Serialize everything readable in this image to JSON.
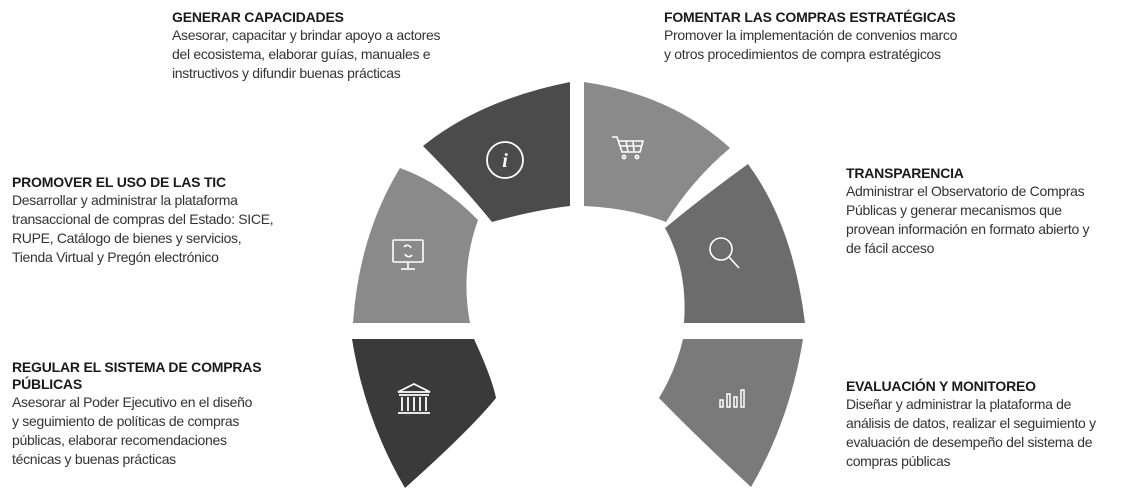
{
  "colors": {
    "segment_dark": "#3a3a3a",
    "segment_darker": "#4b4b4b",
    "segment_mid": "#6c6c6c",
    "segment_light": "#8a8a8a",
    "icon_stroke": "#ffffff"
  },
  "segments": [
    {
      "id": "regular",
      "icon": "bank-icon",
      "color": "#3a3a3a"
    },
    {
      "id": "tic",
      "icon": "monitor-icon",
      "color": "#8a8a8a"
    },
    {
      "id": "capacidades",
      "icon": "info-icon",
      "color": "#4b4b4b"
    },
    {
      "id": "compras",
      "icon": "cart-icon",
      "color": "#8a8a8a"
    },
    {
      "id": "transparencia",
      "icon": "magnifier-icon",
      "color": "#6c6c6c"
    },
    {
      "id": "evaluacion",
      "icon": "bar-chart-icon",
      "color": "#7a7a7a"
    }
  ],
  "blocks": {
    "capacidades": {
      "title": "GENERAR CAPACIDADES",
      "desc": [
        "Asesorar, capacitar y brindar apoyo a actores",
        "del ecosistema, elaborar guías, manuales e",
        "instructivos y difundir buenas prácticas"
      ]
    },
    "compras": {
      "title": "FOMENTAR LAS COMPRAS ESTRATÉGICAS",
      "desc": [
        "Promover la implementación de convenios marco",
        "y otros procedimientos de compra estratégicos"
      ]
    },
    "tic": {
      "title": "PROMOVER EL USO DE LAS TIC",
      "desc": [
        "Desarrollar y administrar la plataforma",
        "transaccional de compras del Estado: SICE,",
        "RUPE, Catálogo  de bienes y servicios,",
        "Tienda Virtual y Pregón electrónico"
      ]
    },
    "transparencia": {
      "title": "TRANSPARENCIA",
      "desc": [
        "Administrar el Observatorio de Compras",
        "Públicas y generar mecanismos que",
        "provean información en formato abierto y",
        "de fácil acceso"
      ]
    },
    "regular": {
      "title": [
        "REGULAR EL SISTEMA DE COMPRAS",
        "PÚBLICAS"
      ],
      "desc": [
        "Asesorar al Poder Ejecutivo en el diseño",
        "y seguimiento de políticas de compras",
        "públicas, elaborar recomendaciones",
        "técnicas y buenas prácticas"
      ]
    },
    "evaluacion": {
      "title": "EVALUACIÓN Y MONITOREO",
      "desc": [
        "Diseñar y administrar la plataforma de",
        "análisis de datos, realizar el seguimiento y",
        "evaluación de desempeño del sistema de",
        "compras públicas"
      ]
    }
  }
}
